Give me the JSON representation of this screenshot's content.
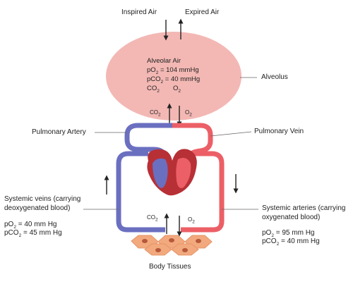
{
  "air": {
    "inspired": "Inspired Air",
    "expired": "Expired Air"
  },
  "alveolus": {
    "label": "Alveolus",
    "title": "Alveolar Air",
    "po2_prefix": "pO",
    "po2_value": " = 104 mmHg",
    "pco2_prefix": "pCO",
    "pco2_value": " = 40 mmHg",
    "co2": "CO",
    "o2": "O",
    "subscript": "2",
    "color": "#f3b8b4"
  },
  "lung_exchange": {
    "co2": "CO",
    "o2": "O"
  },
  "pulmonary_artery": "Pulmonary Artery",
  "pulmonary_vein": "Pulmonary Vein",
  "systemic_veins": {
    "label_line1": "Systemic veins (carrying",
    "label_line2": "deoxygenated blood)",
    "po2_prefix": "pO",
    "po2_value": " = 40 mm Hg",
    "pco2_prefix": "pCO",
    "pco2_value": " = 45 mm Hg",
    "color": "#6b6fc0"
  },
  "systemic_arteries": {
    "label_line1": "Systemic arteries (carrying",
    "label_line2": "oxygenated blood)",
    "po2_prefix": "pO",
    "po2_value": " = 95 mm Hg",
    "pco2_prefix": "pCO",
    "pco2_value": " = 40 mm Hg",
    "color": "#ec5f66"
  },
  "tissue_exchange": {
    "co2": "CO",
    "o2": "O"
  },
  "body_tissues": {
    "label": "Body Tissues",
    "color": "#f2a97e"
  },
  "heart": {
    "color": "#b73036"
  }
}
